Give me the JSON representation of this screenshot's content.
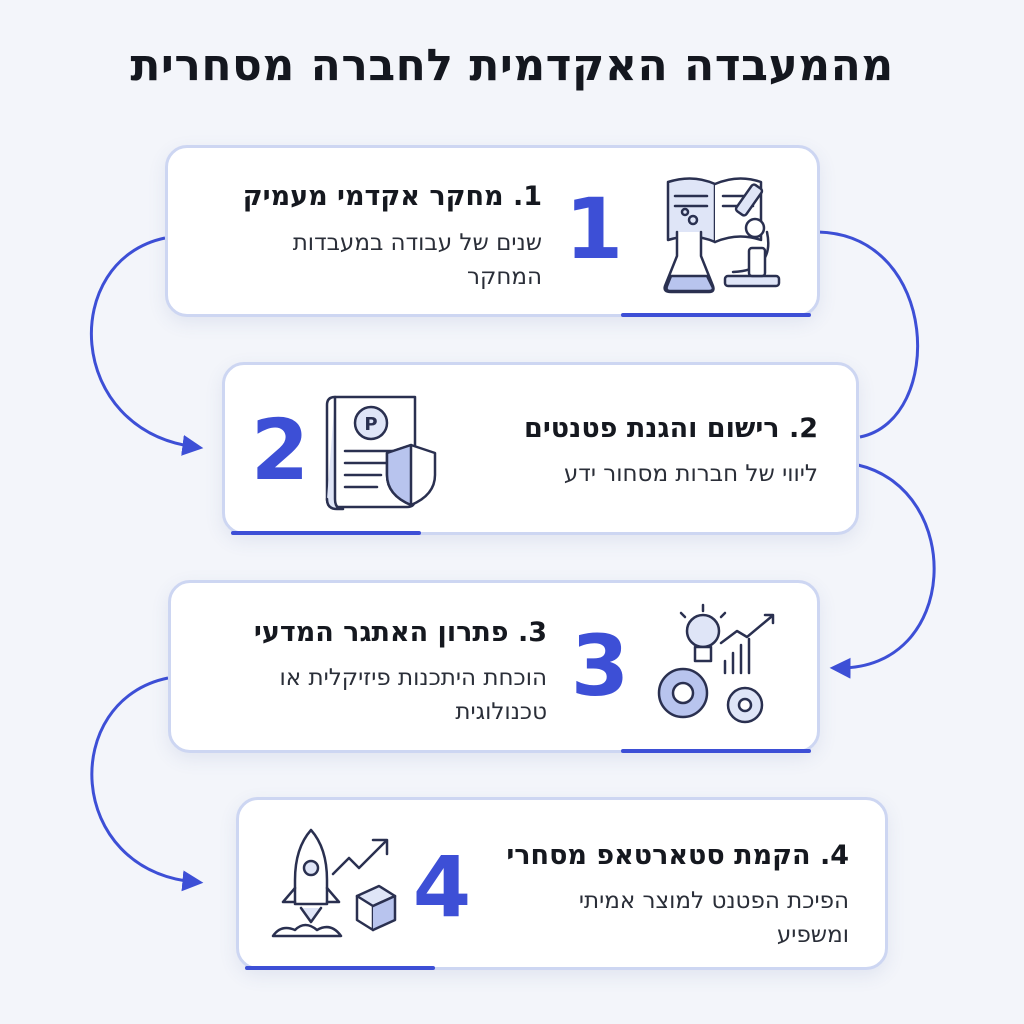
{
  "title": "מהמעבדה האקדמית לחברה מסחרית",
  "steps": [
    {
      "number": "1",
      "heading": "1. מחקר אקדמי מעמיק",
      "description": "שנים של עבודה במעבדות המחקר",
      "icon": "book-flask-microscope-icon"
    },
    {
      "number": "2",
      "heading": "2. רישום והגנת פטנטים",
      "description": "ליווי של חברות מסחור ידע",
      "icon": "patent-document-shield-icon"
    },
    {
      "number": "3",
      "heading": "3. פתרון האתגר המדעי",
      "description": "הוכחת היתכנות פיזיקלית או טכנולוגית",
      "icon": "lightbulb-gears-chart-icon"
    },
    {
      "number": "4",
      "heading": "4. הקמת סטארטאפ מסחרי",
      "description": "הפיכת הפטנט למוצר אמיתי ומשפיע",
      "icon": "rocket-box-growth-icon"
    }
  ],
  "colors": {
    "accent": "#3d4fd6",
    "card_border": "#cdd6f2",
    "icon_fill": "#dfe5f7",
    "background": "#f3f5fa"
  }
}
